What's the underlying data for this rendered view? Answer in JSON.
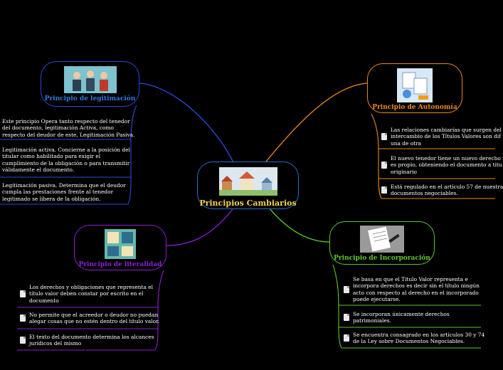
{
  "center": {
    "title": "Principios Cambiarios"
  },
  "branches": {
    "legitimacion": {
      "title": "Principio de legitimación",
      "color": "#2b4ad8",
      "title_color": "#2f77d9",
      "notes": [
        [
          "Este principio Opera tanto respecto del tenedor",
          "del documento, legitimación Activa, como",
          "respecto del deudor de este, Legitimación Pasiva."
        ],
        [
          "Legitimación activa. Concierne a la posición del",
          "titular como habilitado para exigir el",
          "cumplimiento de la obligación o para transmitir",
          "válidamente el documento."
        ],
        [
          "Legitimación pasiva. Determina que el deudor",
          "cumpla las prestaciones frente al tenedor",
          "legitimado se libera de la obligación."
        ]
      ]
    },
    "autonomia": {
      "title": "Principio de Autonomía",
      "color": "#e98a14",
      "title_color": "#e98a14",
      "notes": [
        [
          "Las relaciones cambiarías que surgen del",
          "intercambio de los Títulos Valores son dif",
          "una de otra"
        ],
        [
          "El nuevo tenedor tiene un nuevo derecho",
          "es propio, obteniendo el documento a titu",
          "originario"
        ],
        [
          "Está regulado en el artículo 57 de nuestra",
          "documentos negociables."
        ]
      ]
    },
    "literalidad": {
      "title": "Principio de literalidad",
      "color": "#8b1fd0",
      "title_color": "#8b1fd0",
      "notes": [
        [
          "Los derechos y obligaciones que representa el",
          "título valor deben constar por escrito en el",
          "documento"
        ],
        [
          "No permite que el acreedor o deudor no puedan",
          "alegar cosas que no estén dentro del título valor."
        ],
        [
          "El texto del documento determina los alcances",
          "jurídicos del mismo"
        ]
      ]
    },
    "incorporacion": {
      "title": "Principio de Incorporación",
      "color": "#5cc82b",
      "title_color": "#5cc82b",
      "notes": [
        [
          "Se basa en que el Título Valor representa e",
          "incorpora derechos es decir sin el título ningún",
          "acto con respecto al derecho en el incorporado",
          "puede ejecutarse."
        ],
        [
          "Se incorporan únicamente derechos",
          "patrimoniales."
        ],
        [
          "Se encuentra consagrado en los artículos 30 y 74",
          "de la Ley sobre Documentos Negociables."
        ]
      ]
    }
  },
  "colors": {
    "background": "#000000",
    "center_border": "#2b6cc4",
    "center_title": "#f2d24e"
  }
}
